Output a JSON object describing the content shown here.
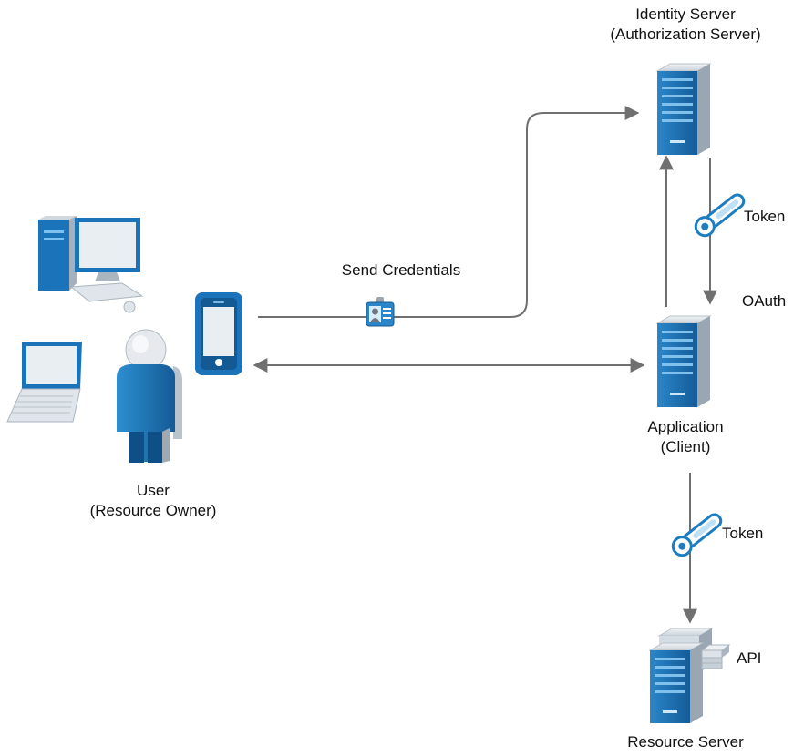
{
  "identity_server": {
    "line1": "Identity Server",
    "line2": "(Authorization Server)"
  },
  "application": {
    "line1": "Application",
    "line2": "(Client)"
  },
  "resource_server": {
    "line1": "Resource Server"
  },
  "user": {
    "line1": "User",
    "line2": "(Resource Owner)"
  },
  "edges": {
    "send_credentials": "Send Credentials",
    "token_top": "Token",
    "oauth": "OAuth",
    "token_bottom": "Token",
    "api": "API"
  },
  "colors": {
    "server_blue": "#1b73b9",
    "server_light": "#dfe6ec",
    "user_blue": "#1c7dc0",
    "arrow_gray": "#707070"
  }
}
